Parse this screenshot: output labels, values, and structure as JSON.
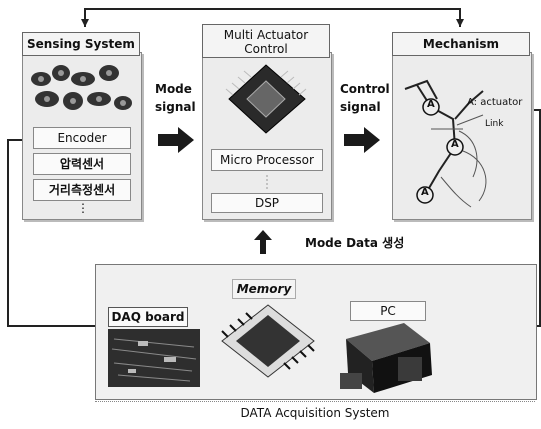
{
  "modules": {
    "sensing_title": "Sensing System",
    "control_title": "Multi Actuator Control",
    "mechanism_title": "Mechanism"
  },
  "sensing": {
    "items": [
      "Encoder",
      "압력센서",
      "거리측정센서"
    ],
    "more": "⋮"
  },
  "control": {
    "processor": "Micro Processor",
    "dsp": "DSP"
  },
  "mechanism": {
    "actuator_marker": "A",
    "actuator_label": "A: actuator",
    "link_label": "Link"
  },
  "signals": {
    "mode_signal": "Mode signal",
    "control_signal": "Control signal",
    "mode_data": "Mode Data 생성"
  },
  "daq": {
    "daq_board": "DAQ board",
    "memory": "Memory",
    "pc": "PC",
    "system_label": "DATA Acquisition System"
  },
  "colors": {
    "panel": "#ececec",
    "arrow": "#1a1a1a",
    "line": "#222222"
  }
}
